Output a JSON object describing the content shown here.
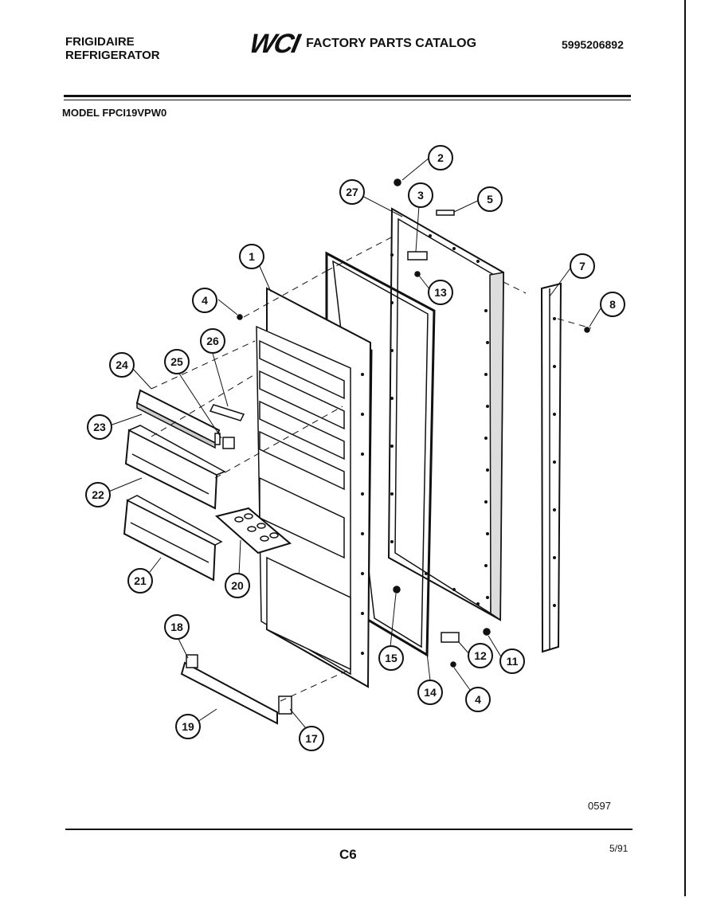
{
  "header": {
    "brand_line1": "FRIGIDAIRE",
    "brand_line2": "REFRIGERATOR",
    "logo_text": "WCI",
    "catalog_title": "FACTORY PARTS CATALOG",
    "part_number": "5995206892",
    "model": "MODEL FPCI19VPW0"
  },
  "footer": {
    "diagram_code": "0597",
    "page_code": "C6",
    "date": "5/91"
  },
  "callouts": [
    "1",
    "2",
    "3",
    "4",
    "5",
    "7",
    "8",
    "11",
    "12",
    "13",
    "14",
    "15",
    "17",
    "18",
    "19",
    "20",
    "21",
    "22",
    "23",
    "24",
    "25",
    "26",
    "27",
    "4"
  ]
}
